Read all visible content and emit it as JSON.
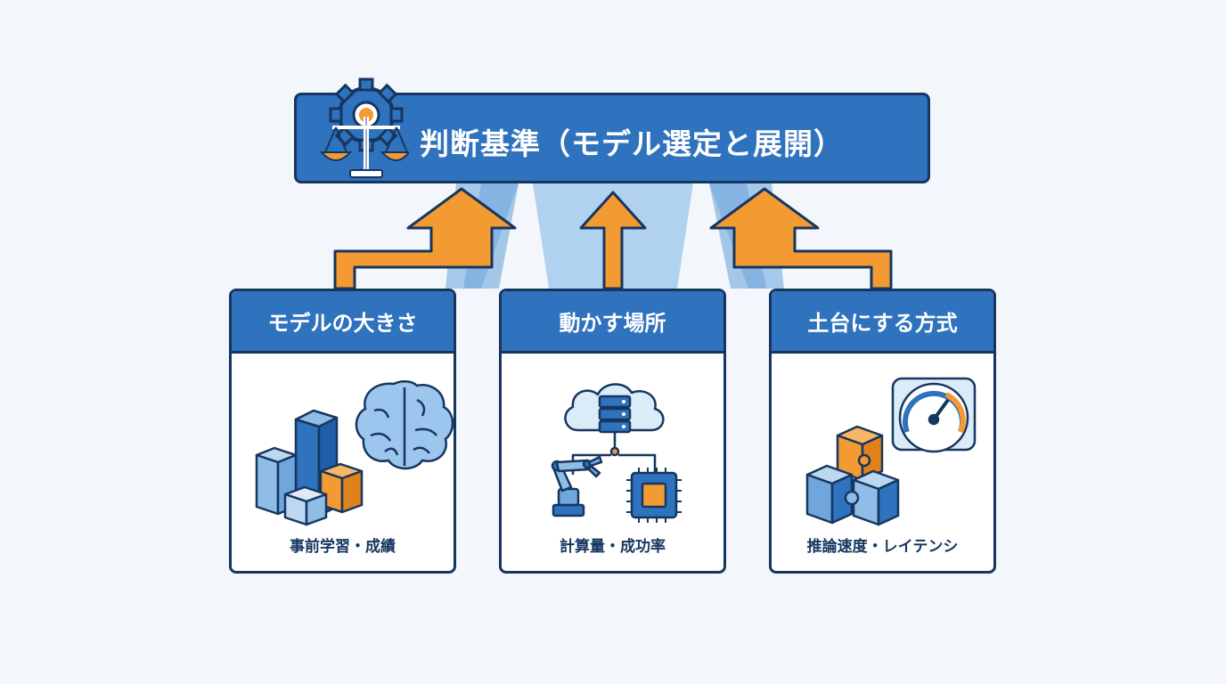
{
  "header": {
    "title": "判断基準（モデル選定と展開）",
    "icon": "scale-gear-icon"
  },
  "cards": [
    {
      "title": "モデルの大きさ",
      "caption": "事前学習・成績",
      "icon": "blocks-brain-icon"
    },
    {
      "title": "動かす場所",
      "caption": "計算量・成功率",
      "icon": "cloud-robot-chip-icon"
    },
    {
      "title": "土台にする方式",
      "caption": "推論速度・レイテンシ",
      "icon": "puzzle-gauge-icon"
    }
  ],
  "colors": {
    "primary": "#2f72bd",
    "outline": "#16365f",
    "accent": "#f39a33",
    "background": "#f3f7fb"
  }
}
